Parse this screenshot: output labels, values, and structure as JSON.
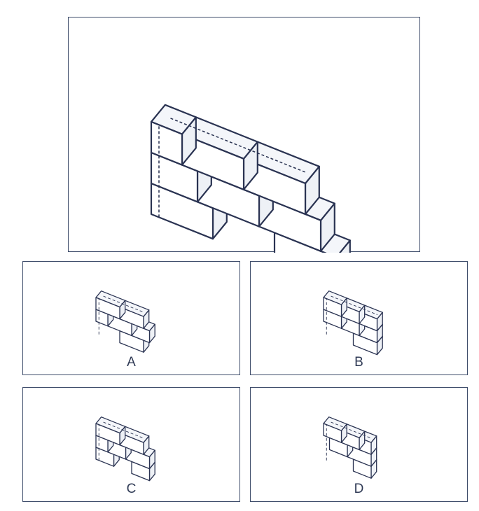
{
  "question_figure": {
    "label": ""
  },
  "options": [
    {
      "id": "A",
      "label": "A"
    },
    {
      "id": "B",
      "label": "B"
    },
    {
      "id": "C",
      "label": "C"
    },
    {
      "id": "D",
      "label": "D"
    }
  ],
  "colors": {
    "stroke": "#2a3352",
    "panel_border": "#3f4d6b",
    "face_front": "#ffffff",
    "face_top": "#f4f6fa",
    "face_side": "#eef1f6"
  }
}
